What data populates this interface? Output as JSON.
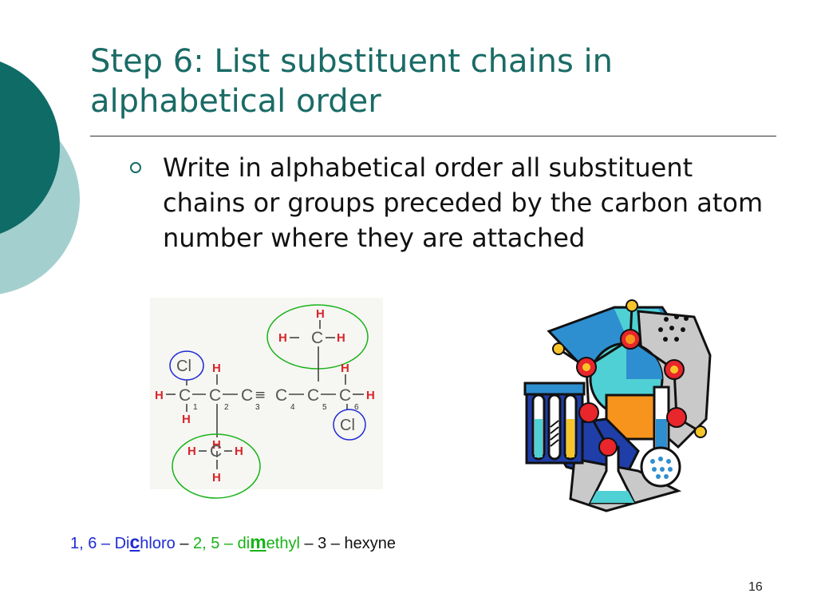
{
  "slide": {
    "title": "Step 6: List substituent chains in alphabetical order",
    "bullet": "Write in alphabetical order all substituent chains or groups preceded by the carbon atom number where they are attached",
    "page_number": "16"
  },
  "molecule": {
    "atoms": {
      "C": "C",
      "H": "H",
      "Cl": "Cl"
    },
    "bond_triple": "≡",
    "carbon_numbers": [
      "1",
      "2",
      "3",
      "4",
      "5",
      "6"
    ]
  },
  "name": {
    "p1": "1, 6 – Di",
    "p2": "c",
    "p3": "hloro",
    "p4": " – ",
    "p5": "2, 5 – di",
    "p6": "m",
    "p7": "ethyl",
    "p8": " – 3 – hexyne"
  },
  "colors": {
    "teal_dark": "#0e6b66",
    "teal_light": "#a4cfcf",
    "title": "#1a6b66",
    "blue": "#1f2bd6",
    "green": "#17b317",
    "hydrogen_red": "#d8262b"
  },
  "icons": {
    "clipart": "chemistry-lab-clipart-icon"
  }
}
